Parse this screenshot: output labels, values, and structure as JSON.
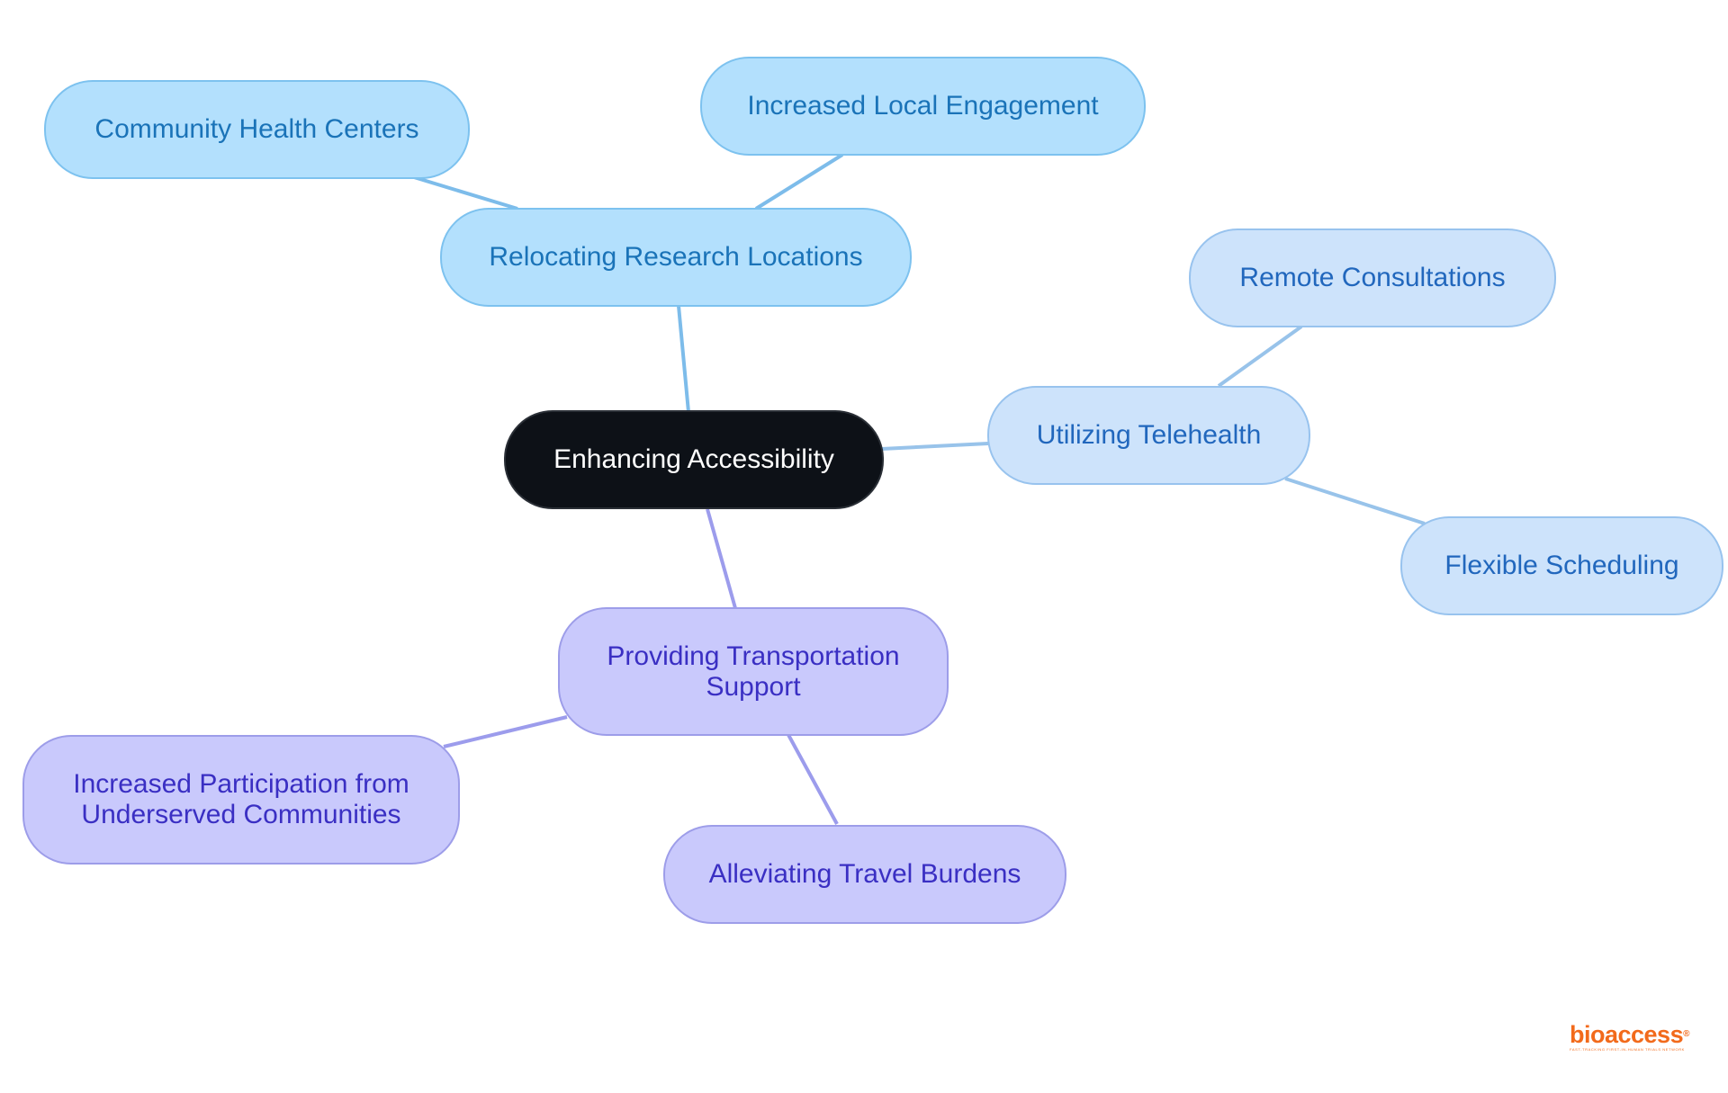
{
  "diagram": {
    "type": "mind-map",
    "root": {
      "label": "Enhancing Accessibility"
    },
    "branches": [
      {
        "label": "Relocating Research Locations",
        "color": "#b3e0fd",
        "children": [
          "Community Health Centers",
          "Increased Local Engagement"
        ]
      },
      {
        "label": "Utilizing Telehealth",
        "color": "#cde3fb",
        "children": [
          "Remote Consultations",
          "Flexible Scheduling"
        ]
      },
      {
        "label": "Providing Transportation\nSupport",
        "color": "#c9c9fc",
        "children": [
          "Increased Participation from\nUnderserved Communities",
          "Alleviating Travel Burdens"
        ]
      }
    ],
    "edge_colors": {
      "blue": "#7dbcea",
      "lightblue": "#98c3ea",
      "purple": "#9c9cec"
    }
  },
  "logo": {
    "wordmark": "bioaccess",
    "registered": "®",
    "tagline": "FAST-TRACKING FIRST-IN-HUMAN TRIALS NETWORK"
  }
}
